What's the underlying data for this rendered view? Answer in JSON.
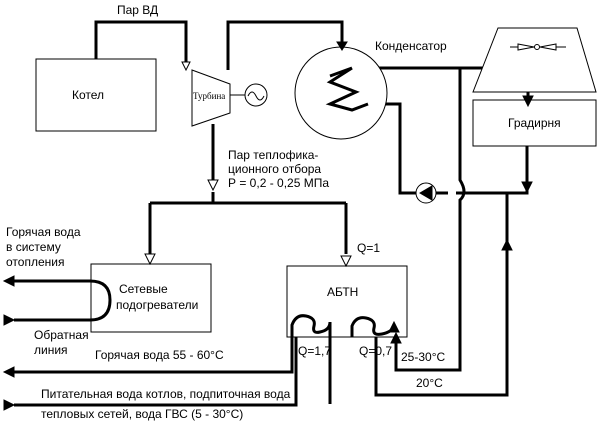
{
  "labels": {
    "steam_hp": "Пар ВД",
    "boiler": "Котел",
    "turbine": "Турбина",
    "condenser": "Конденсатор",
    "cooling_tower": "Градирня",
    "extraction_line1": "Пар теплофика-",
    "extraction_line2": "ционного отбора",
    "extraction_line3": "Р = 0,2 - 0,25 МПа",
    "q_absorber": "Q=1",
    "heaters_line1": "Сетевые",
    "heaters_line2": "подогреватели",
    "absorber": "АБТН",
    "hot_water_line1": "Горячая вода",
    "hot_water_line2": "в систему",
    "hot_water_line3": "отопления",
    "return_line1": "Обратная",
    "return_line2": "линия",
    "hot_water_temp": "Горячая вода 55 - 60°С",
    "q_generator": "Q=1,7",
    "q_evaporator": "Q=0,7",
    "temp_25_30": "25-30°С",
    "temp_20": "20°С",
    "feed_water_line1": "Питательная вода  котлов, подпиточная вода",
    "feed_water_line2": "тепловых сетей, вода ГВС (5 - 30°С)"
  }
}
